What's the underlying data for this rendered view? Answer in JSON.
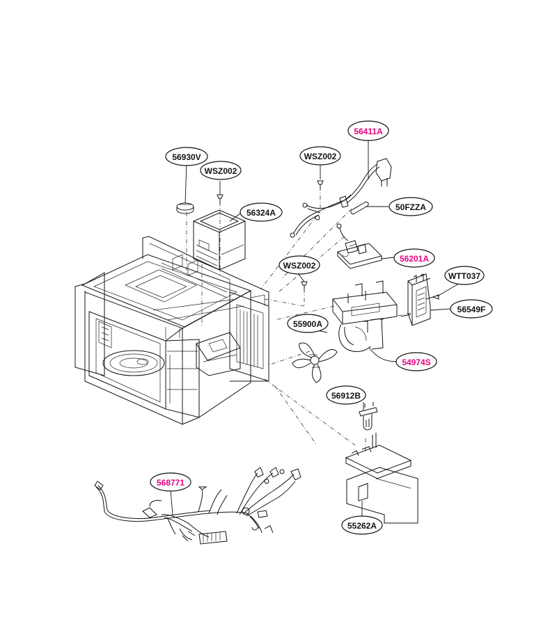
{
  "colors": {
    "highlight": "#e6007e",
    "normal": "#111111",
    "line": "#111111"
  },
  "labels": [
    {
      "id": "56411A",
      "text": "56411A",
      "highlight": true
    },
    {
      "id": "WSZ002a",
      "text": "WSZ002",
      "highlight": false
    },
    {
      "id": "56930V",
      "text": "56930V",
      "highlight": false
    },
    {
      "id": "WSZ002b",
      "text": "WSZ002",
      "highlight": false
    },
    {
      "id": "56324A",
      "text": "56324A",
      "highlight": false
    },
    {
      "id": "50FZZA",
      "text": "50FZZA",
      "highlight": false
    },
    {
      "id": "56201A",
      "text": "56201A",
      "highlight": true
    },
    {
      "id": "WSZ002c",
      "text": "WSZ002",
      "highlight": false
    },
    {
      "id": "WTT037",
      "text": "WTT037",
      "highlight": false
    },
    {
      "id": "56549F",
      "text": "56549F",
      "highlight": false
    },
    {
      "id": "55900A",
      "text": "55900A",
      "highlight": false
    },
    {
      "id": "54974S",
      "text": "54974S",
      "highlight": true
    },
    {
      "id": "56912B",
      "text": "56912B",
      "highlight": false
    },
    {
      "id": "568771",
      "text": "568771",
      "highlight": true
    },
    {
      "id": "55262A",
      "text": "55262A",
      "highlight": false
    }
  ]
}
